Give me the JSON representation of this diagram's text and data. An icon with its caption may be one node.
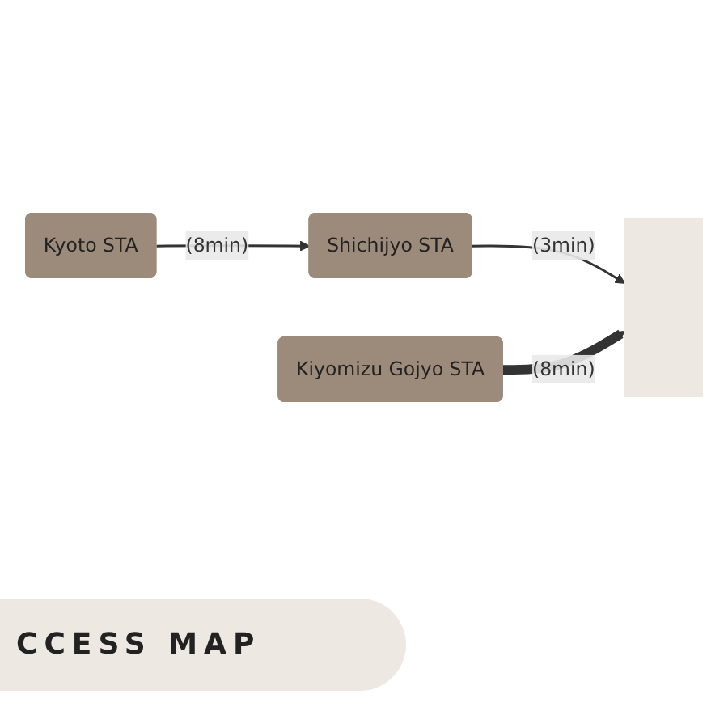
{
  "diagram": {
    "nodes": [
      {
        "text": [
          "Kyoto STA"
        ]
      },
      {
        "text": [
          "Shichijyo STA"
        ]
      },
      {
        "text": [
          "Kiyomizu Gojyo STA"
        ]
      },
      {
        "text": [],
        "shape": "box"
      }
    ],
    "edges": [
      {
        "from": 0,
        "to": 1,
        "arrow": "to",
        "label": "(8min)"
      },
      {
        "from": 1,
        "to": 3,
        "arrow": "to",
        "label": "(3min)"
      },
      {
        "from": 2,
        "to": 3,
        "arrow": "to",
        "label": "(8min)",
        "style": "thick"
      }
    ],
    "labels": [
      "CCESS MAP"
    ]
  }
}
